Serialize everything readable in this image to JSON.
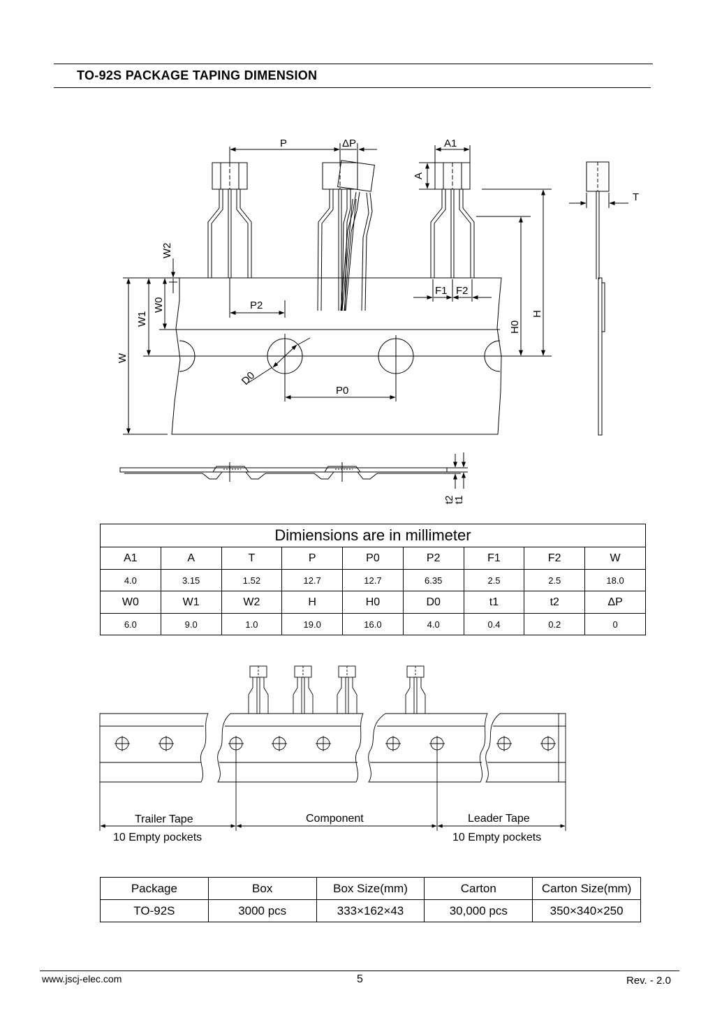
{
  "header": {
    "title": "TO-92S  PACKAGE  TAPING  DIMENSION"
  },
  "drawing_labels": {
    "P": "P",
    "dP": "ΔP",
    "A1": "A1",
    "A": "A",
    "T": "T",
    "W2": "W2",
    "W0": "W0",
    "W1": "W1",
    "W": "W",
    "P2": "P2",
    "F1": "F1",
    "F2": "F2",
    "H0": "H0",
    "H": "H",
    "D0": "D0",
    "P0": "P0",
    "t2": "t2",
    "t1": "t1"
  },
  "dimensions_table": {
    "caption": "Dimiensions are in millimeter",
    "rows": [
      [
        "A1",
        "A",
        "T",
        "P",
        "P0",
        "P2",
        "F1",
        "F2",
        "W"
      ],
      [
        "4.0",
        "3.15",
        "1.52",
        "12.7",
        "12.7",
        "6.35",
        "2.5",
        "2.5",
        "18.0"
      ],
      [
        "W0",
        "W1",
        "W2",
        "H",
        "H0",
        "D0",
        "t1",
        "t2",
        "ΔP"
      ],
      [
        "6.0",
        "9.0",
        "1.0",
        "19.0",
        "16.0",
        "4.0",
        "0.4",
        "0.2",
        "0"
      ]
    ]
  },
  "tape_diagram": {
    "trailer": "Trailer Tape",
    "trailer_note": "10 Empty pockets",
    "component": "Component",
    "leader": "Leader Tape",
    "leader_note": "10 Empty pockets"
  },
  "package_table": {
    "headers": [
      "Package",
      "Box",
      "Box Size(mm)",
      "Carton",
      "Carton Size(mm)"
    ],
    "row": [
      "TO-92S",
      "3000 pcs",
      "333×162×43",
      "30,000 pcs",
      "350×340×250"
    ]
  },
  "footer": {
    "website": "www.jscj-elec.com",
    "page": "5",
    "revision": "Rev. - 2.0"
  }
}
